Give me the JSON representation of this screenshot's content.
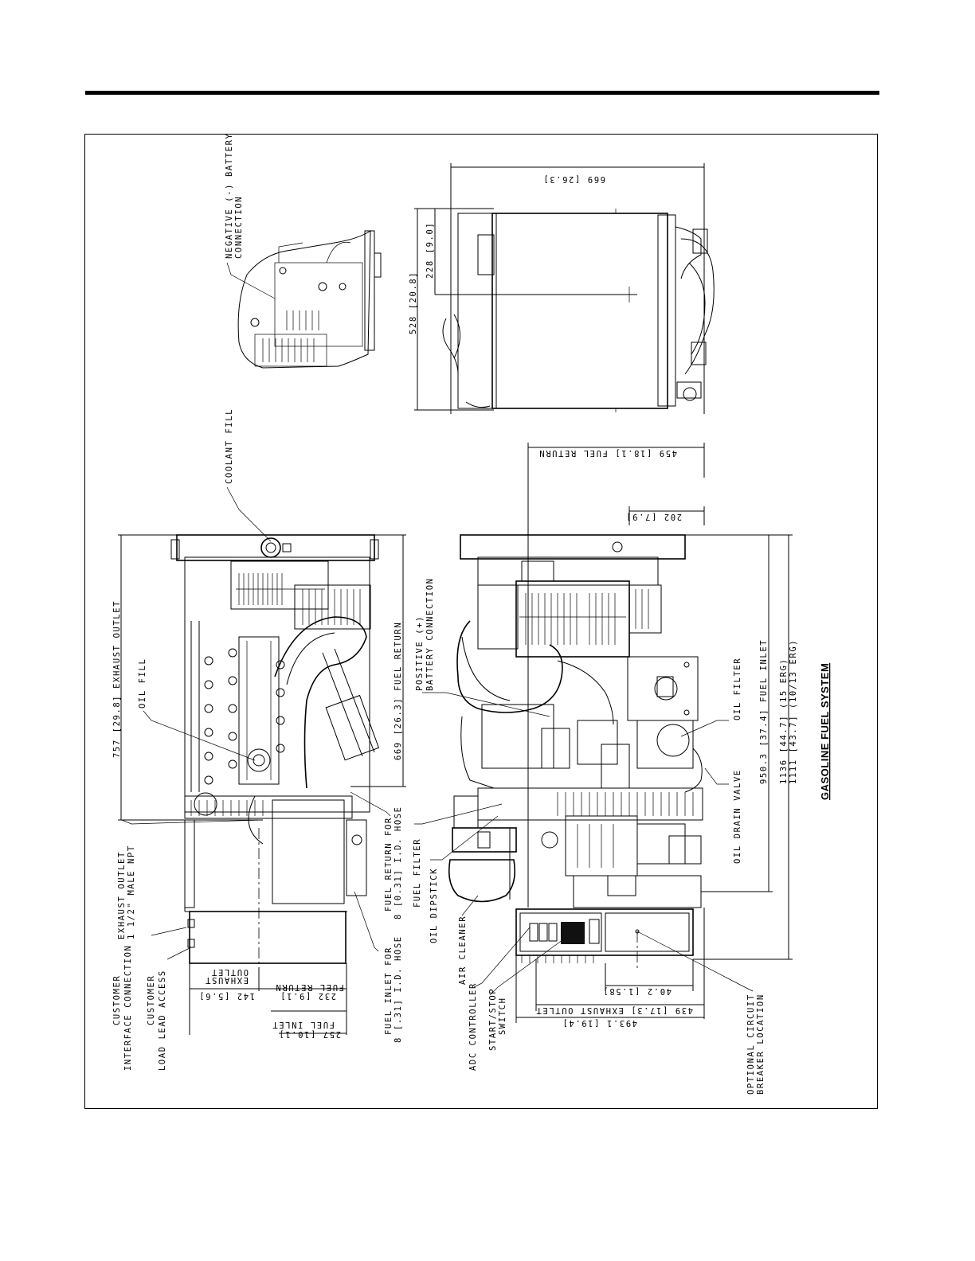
{
  "title": "GASOLINE FUEL SYSTEM",
  "callouts": {
    "negative_battery": [
      "NEGATIVE (-) BATTERY",
      "CONNECTION"
    ],
    "coolant_fill": "COOLANT FILL",
    "oil_fill": "OIL FILL",
    "positive_battery": [
      "POSITIVE (+)",
      "BATTERY CONNECTION"
    ],
    "oil_filter": "OIL FILTER",
    "oil_drain_valve": "OIL DRAIN VALVE",
    "exhaust_outlet_npt": [
      "EXHAUST OUTLET",
      "1 1/2\" MALE NPT"
    ],
    "customer_interface": [
      "CUSTOMER",
      "INTERFACE CONNECTION"
    ],
    "customer_load_lead": [
      "CUSTOMER",
      "LOAD LEAD ACCESS"
    ],
    "fuel_return_hose": [
      "FUEL RETURN FOR",
      "8 [0.31] I.D. HOSE"
    ],
    "fuel_inlet_hose": [
      "FUEL INLET FOR",
      "8 [.31] I.D. HOSE"
    ],
    "fuel_filter": "FUEL FILTER",
    "oil_dipstick": "OIL DIPSTICK",
    "air_cleaner": "AIR CLEANER",
    "adc_controller": "ADC CONTROLLER",
    "start_stop": [
      "START/STOP",
      "SWITCH"
    ],
    "optional_breaker": [
      "OPTIONAL CIRCUIT",
      "BREAKER LOCATION"
    ]
  },
  "dimensions": {
    "d669_top": "669 [26.3]",
    "d528": "528 [20.8]",
    "d228": "228 [9.0]",
    "d459": "459 [18.1] FUEL RETURN",
    "d202": "202 [7.9]",
    "d757": "757 [29.8] EXHAUST OUTLET",
    "d669_fuel": "669 [26.3] FUEL RETURN",
    "d950": "950.3 [37.4] FUEL INLET",
    "d1136": "1136 [44.7] (15 ERG)",
    "d1111": "1111 [43.7] (10/13 ERG)",
    "d40": "40.2 [1.58]",
    "d439": "439 [17.3] EXHAUST OUTLET",
    "d493": "493.1 [19.4]",
    "d142": [
      "EXHAUST",
      "OUTLET",
      "142 [5.6]"
    ],
    "d232": [
      "FUEL RETURN",
      "232 [9.1]"
    ],
    "d257": [
      "FUEL INLET",
      "257 [10.1]"
    ]
  }
}
